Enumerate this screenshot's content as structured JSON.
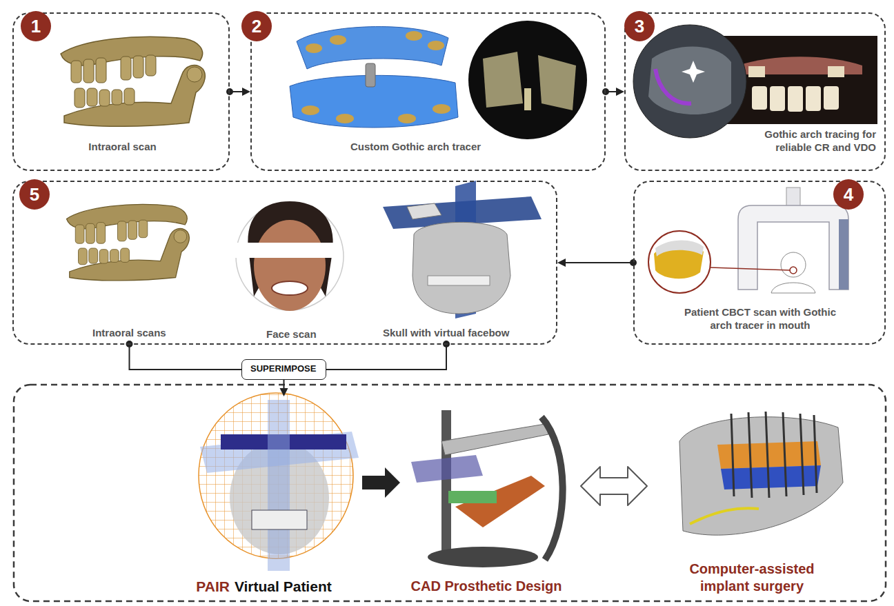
{
  "diagram": {
    "nodes": [
      {
        "text": [
          "1",
          "Intraoral scan"
        ]
      },
      {
        "text": [
          "2",
          "Custom Gothic arch tracer"
        ]
      },
      {
        "text": [
          "3",
          "Gothic arch tracing for reliable CR and VDO"
        ]
      },
      {
        "text": [
          "4",
          "Patient CBCT scan with Gothic arch tracer in mouth"
        ]
      },
      {
        "text": [
          "5"
        ]
      },
      {
        "text": [
          "Intraoral scans"
        ],
        "in": 4
      },
      {
        "text": [
          "Face scan"
        ],
        "in": 4
      },
      {
        "text": [
          "Skull with virtual facebow"
        ],
        "in": 4
      },
      {
        "text": [
          "SUPERIMPOSE"
        ]
      },
      {
        "text": [
          "PAIR",
          "Virtual Patient"
        ]
      },
      {
        "text": [
          "CAD Prosthetic Design"
        ]
      },
      {
        "text": [
          "Computer-assisted implant surgery"
        ]
      }
    ],
    "edges": [
      {
        "from": 0,
        "to": 1,
        "arrow": "to"
      },
      {
        "from": 1,
        "to": 2,
        "arrow": "to"
      },
      {
        "from": 3,
        "to": 4,
        "arrow": "to"
      },
      {
        "from": 5,
        "to": 8,
        "arrow": "none"
      },
      {
        "from": 7,
        "to": 8,
        "arrow": "none"
      },
      {
        "from": 8,
        "to": 9,
        "arrow": "to"
      },
      {
        "from": 9,
        "to": 10,
        "arrow": "to"
      },
      {
        "from": 10,
        "to": 11,
        "arrow": "both"
      }
    ]
  }
}
